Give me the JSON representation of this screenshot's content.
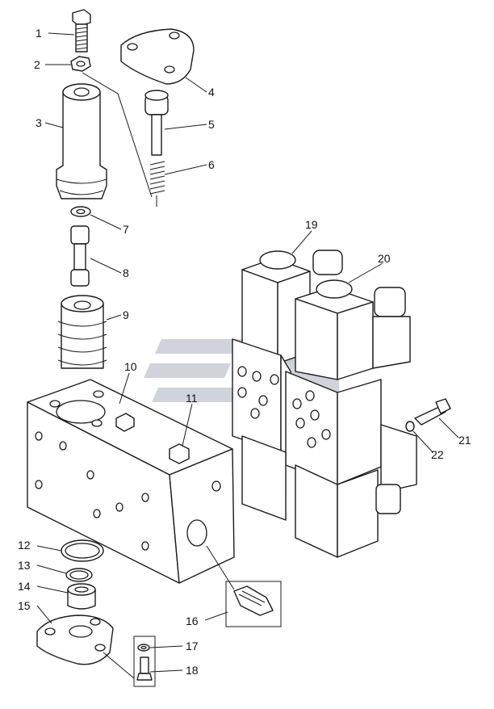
{
  "colors": {
    "line": "#1a1a1a",
    "watermark": "#c9cbd3",
    "background": "#ffffff"
  },
  "callouts": [
    {
      "id": "c1",
      "label": "1"
    },
    {
      "id": "c2",
      "label": "2"
    },
    {
      "id": "c3",
      "label": "3"
    },
    {
      "id": "c4",
      "label": "4"
    },
    {
      "id": "c5",
      "label": "5"
    },
    {
      "id": "c6",
      "label": "6"
    },
    {
      "id": "c7",
      "label": "7"
    },
    {
      "id": "c8",
      "label": "8"
    },
    {
      "id": "c9",
      "label": "9"
    },
    {
      "id": "c10",
      "label": "10"
    },
    {
      "id": "c11",
      "label": "11"
    },
    {
      "id": "c12",
      "label": "12"
    },
    {
      "id": "c13",
      "label": "13"
    },
    {
      "id": "c14",
      "label": "14"
    },
    {
      "id": "c15",
      "label": "15"
    },
    {
      "id": "c16",
      "label": "16"
    },
    {
      "id": "c17",
      "label": "17"
    },
    {
      "id": "c18",
      "label": "18"
    },
    {
      "id": "c19",
      "label": "19"
    },
    {
      "id": "c20",
      "label": "20"
    },
    {
      "id": "c21",
      "label": "21"
    },
    {
      "id": "c22",
      "label": "22"
    }
  ]
}
